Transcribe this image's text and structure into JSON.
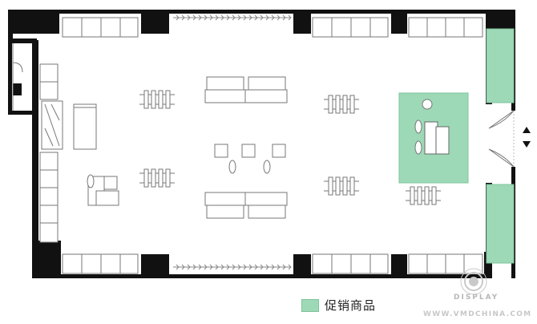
{
  "legend": {
    "color": "#9dd9b7",
    "label": "促销商品"
  },
  "watermark": {
    "word": "DISPLAY",
    "url": "WWW.VMDCHINA.COM"
  },
  "colors": {
    "wall": "#111111",
    "fixture_line": "#777777",
    "promo_zone": "#9dd9b7"
  },
  "icons": [
    "entrance-arrow-icon",
    "vmd-logo-icon"
  ]
}
